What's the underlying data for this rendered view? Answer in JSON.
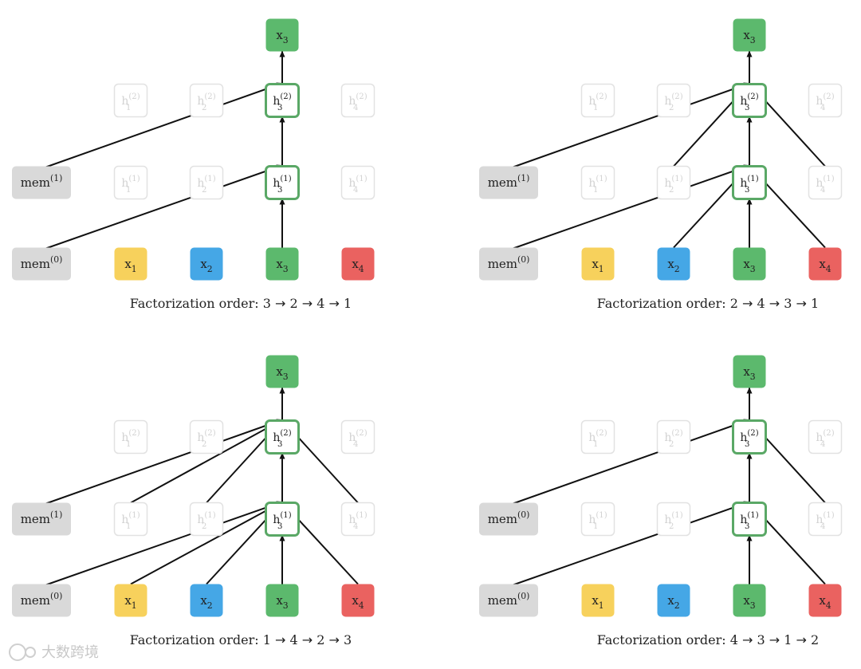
{
  "colors": {
    "yellow": "#f7d15c",
    "blue": "#45a7e6",
    "green": "#5cb96d",
    "red": "#ea6260",
    "gray": "#d9d9d9",
    "focus_border": "#5aa866",
    "faded_border": "#e2e2e2",
    "arrow": "#111111"
  },
  "labels": {
    "target": "x",
    "target_sub": "3",
    "mem_text": "mem",
    "h": "h",
    "x_sub": [
      "1",
      "2",
      "3",
      "4"
    ],
    "layer_sup": [
      "(1)",
      "(2)"
    ]
  },
  "panels": [
    {
      "mem_top_sup": "(1)",
      "mem_bottom_sup": "(0)",
      "layer1_inputs": [
        "mem"
      ],
      "layer2_inputs": [
        "mem"
      ],
      "caption_prefix": "Factorization order:",
      "order": [
        "3",
        "2",
        "4",
        "1"
      ]
    },
    {
      "mem_top_sup": "(1)",
      "mem_bottom_sup": "(0)",
      "layer1_inputs": [
        "mem",
        "2",
        "4"
      ],
      "layer2_inputs": [
        "mem",
        "2",
        "4"
      ],
      "caption_prefix": "Factorization order:",
      "order": [
        "2",
        "4",
        "3",
        "1"
      ]
    },
    {
      "mem_top_sup": "(1)",
      "mem_bottom_sup": "(0)",
      "layer1_inputs": [
        "mem",
        "1",
        "2",
        "4"
      ],
      "layer2_inputs": [
        "mem",
        "1",
        "2",
        "4"
      ],
      "caption_prefix": "Factorization order:",
      "order": [
        "1",
        "4",
        "2",
        "3"
      ]
    },
    {
      "mem_top_sup": "(0)",
      "mem_bottom_sup": "(0)",
      "layer1_inputs": [
        "mem",
        "4"
      ],
      "layer2_inputs": [
        "mem",
        "4"
      ],
      "caption_prefix": "Factorization order:",
      "order": [
        "4",
        "3",
        "1",
        "2"
      ]
    }
  ],
  "watermark": "大数跨境"
}
